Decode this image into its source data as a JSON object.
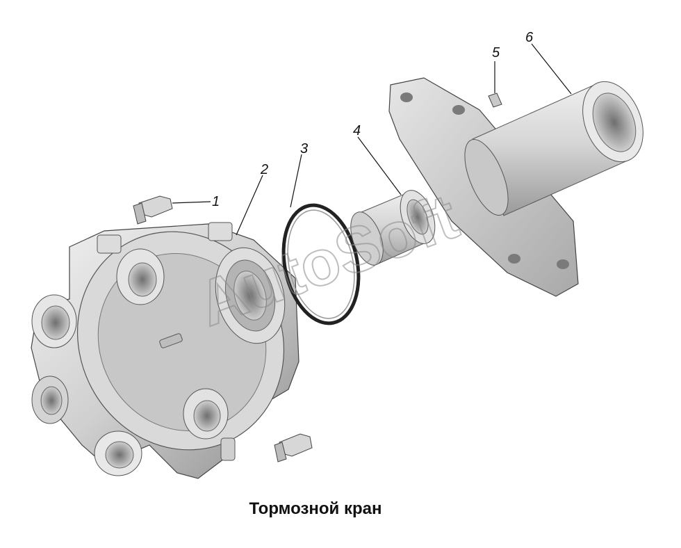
{
  "caption": "Тормозной кран",
  "watermark": "AutoSoft",
  "callouts": [
    {
      "id": "1",
      "label": "1"
    },
    {
      "id": "2",
      "label": "2"
    },
    {
      "id": "3",
      "label": "3"
    },
    {
      "id": "4",
      "label": "4"
    },
    {
      "id": "5",
      "label": "5"
    },
    {
      "id": "6",
      "label": "6"
    }
  ]
}
